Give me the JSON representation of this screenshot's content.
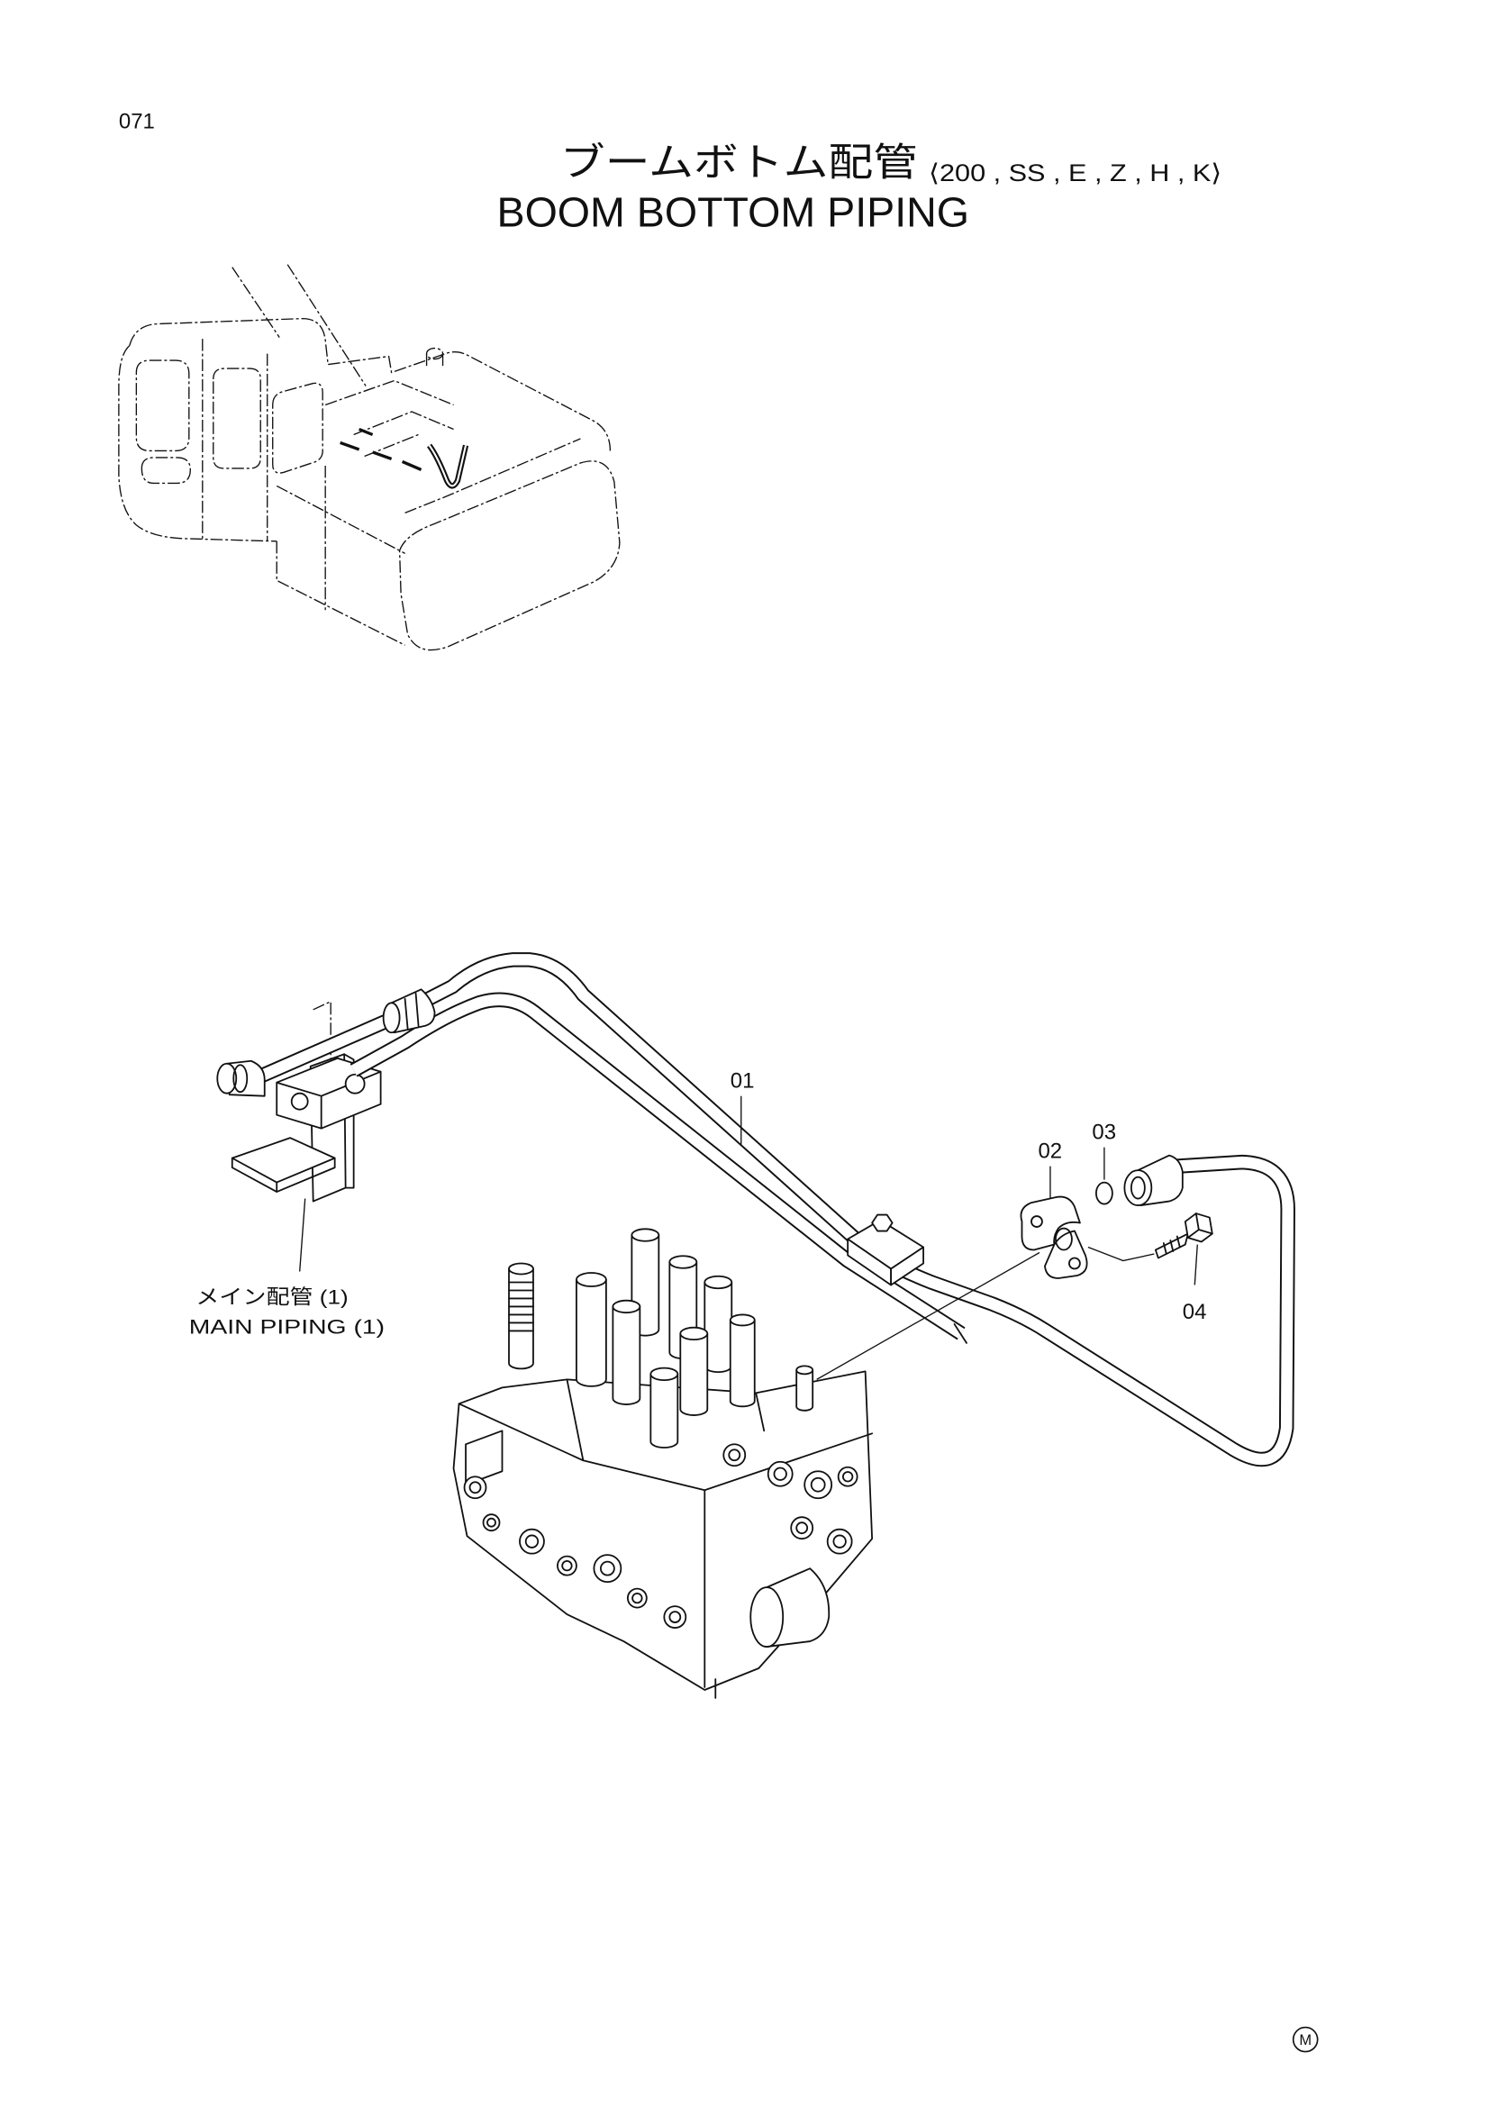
{
  "page": {
    "number": "071",
    "title_ja": "ブームボトム配管",
    "applicability": "⟨200 , SS , E , Z , H , K⟩",
    "title_en": "BOOM BOTTOM PIPING",
    "mark": "M"
  },
  "callouts": {
    "part_01": "01",
    "part_02": "02",
    "part_03": "03",
    "part_04": "04"
  },
  "reference": {
    "label_ja": "メイン配管 (1)",
    "label_en": "MAIN PIPING (1)"
  },
  "colors": {
    "ink": "#111111",
    "paper": "#ffffff"
  }
}
